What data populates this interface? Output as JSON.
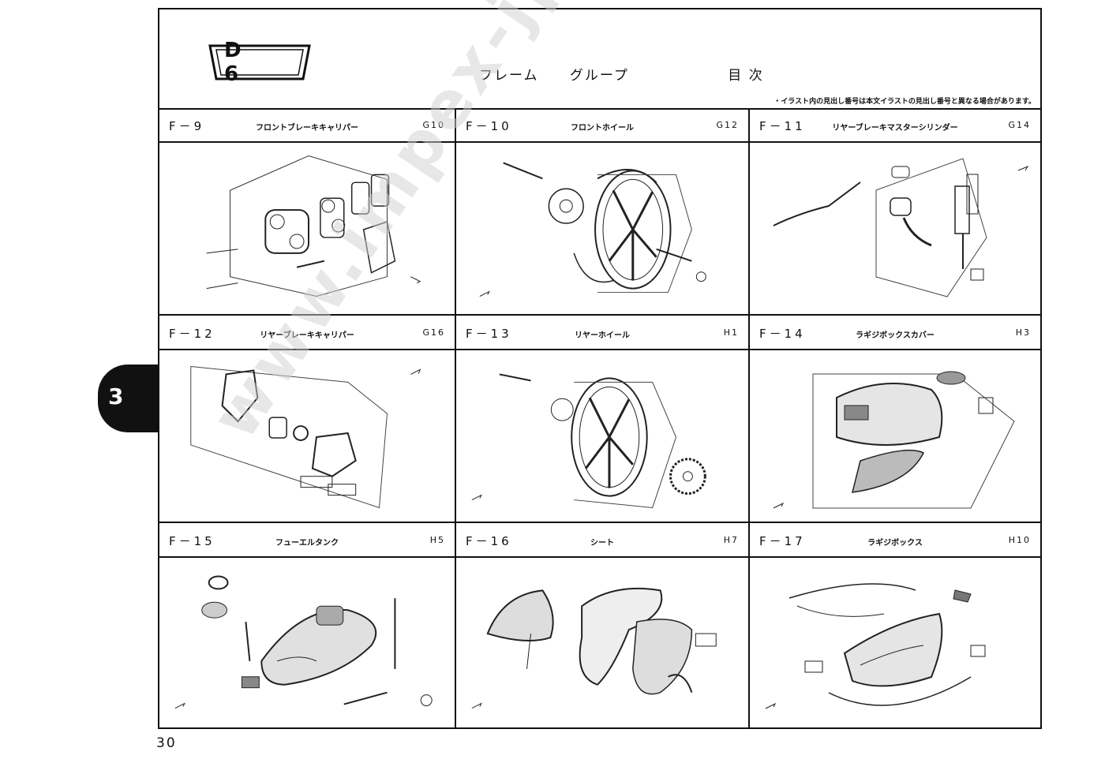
{
  "header": {
    "badge": "D 6",
    "title": [
      "フレーム",
      "グループ",
      "目 次"
    ],
    "note": "・イラスト内の見出し番号は本文イラストの見出し番号と異なる場合があります。"
  },
  "cells": [
    {
      "code": "F－9",
      "name": "フロントブレーキキャリパー",
      "ref": "G10"
    },
    {
      "code": "F－10",
      "name": "フロントホイール",
      "ref": "G12"
    },
    {
      "code": "F－11",
      "name": "リヤーブレーキマスターシリンダー",
      "ref": "G14"
    },
    {
      "code": "F－12",
      "name": "リヤーブレーキキャリパー",
      "ref": "G16"
    },
    {
      "code": "F－13",
      "name": "リヤーホイール",
      "ref": "H1"
    },
    {
      "code": "F－14",
      "name": "ラギジボックスカバー",
      "ref": "H3"
    },
    {
      "code": "F－15",
      "name": "フューエルタンク",
      "ref": "H5"
    },
    {
      "code": "F－16",
      "name": "シート",
      "ref": "H7"
    },
    {
      "code": "F－17",
      "name": "ラギジボックス",
      "ref": "H10"
    }
  ],
  "page_number": "30",
  "section_tab": "3",
  "watermark": "www.impex-jp.com"
}
